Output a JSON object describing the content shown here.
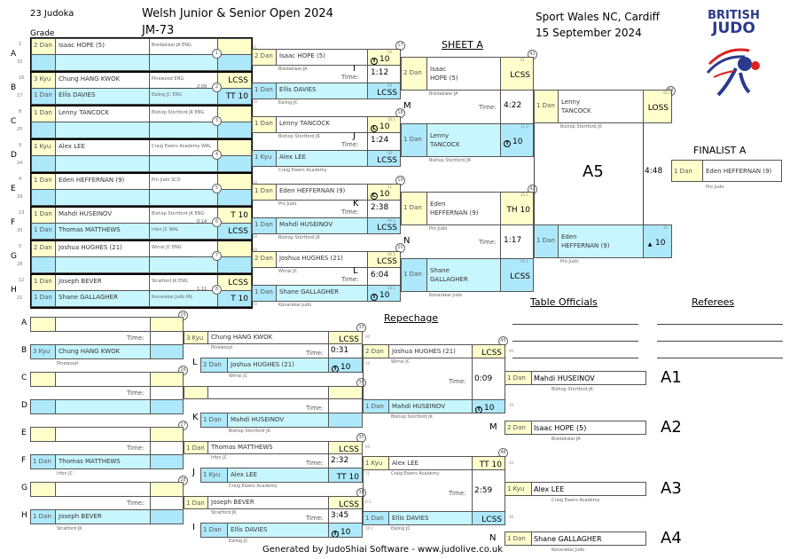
{
  "header": {
    "count": "23 Judoka",
    "grade_label": "Grade",
    "event_title": "Welsh Junior & Senior Open 2024",
    "category": "JM-73",
    "venue": "Sport Wales NC, Cardiff",
    "date": "15 September 2024",
    "logo_line1": "BRITISH",
    "logo_line2": "JUDO",
    "sheet": "SHEET A",
    "repechage": "Repechage",
    "finalist": "FINALIST A",
    "table_officials": "Table Officials",
    "referees": "Referees",
    "footer": "Generated by JudoShiai Software - www.judolive.co.uk",
    "time_label": "Time:"
  },
  "pool_rows": [
    {
      "label": "A",
      "seeds": [
        "1",
        "32"
      ],
      "top": {
        "grade": "2 Dan",
        "name": "Isaac HOPE (5)",
        "club": "Bredakwai JA ENG"
      },
      "bottom": {
        "grade": "",
        "name": "",
        "club": ""
      },
      "match": "1",
      "time": "",
      "top_score": "",
      "bottom_score": ""
    },
    {
      "label": "B",
      "seeds": [
        "16",
        "17"
      ],
      "top": {
        "grade": "3 Kyu",
        "name": "Chung HANG KWOK",
        "club": "Pinewood ENG"
      },
      "bottom": {
        "grade": "1 Dan",
        "name": "Ellis DAVIES",
        "club": "Ealing JC ENG"
      },
      "match": "2",
      "time": "2:09",
      "top_score": "LCSS",
      "bottom_score": "TT 10"
    },
    {
      "label": "C",
      "seeds": [
        "8",
        "25"
      ],
      "top": {
        "grade": "1 Dan",
        "name": "Lenny TANCOCK",
        "club": "Bishop Stortford JK ENG"
      },
      "bottom": {
        "grade": "",
        "name": "",
        "club": ""
      },
      "match": "3",
      "time": "",
      "top_score": "",
      "bottom_score": ""
    },
    {
      "label": "D",
      "seeds": [
        "9",
        "24"
      ],
      "top": {
        "grade": "1 Kyu",
        "name": "Alex LEE",
        "club": "Craig Ewers Academy WAL"
      },
      "bottom": {
        "grade": "",
        "name": "",
        "club": ""
      },
      "match": "4",
      "time": "",
      "top_score": "",
      "bottom_score": ""
    },
    {
      "label": "E",
      "seeds": [
        "4",
        "29"
      ],
      "top": {
        "grade": "1 Dan",
        "name": "Eden HEFFERNAN (9)",
        "club": "Pro Judo SCO"
      },
      "bottom": {
        "grade": "",
        "name": "",
        "club": ""
      },
      "match": "5",
      "time": "",
      "top_score": "",
      "bottom_score": ""
    },
    {
      "label": "F",
      "seeds": [
        "13",
        "20"
      ],
      "top": {
        "grade": "1 Dan",
        "name": "Mahdi HUSEINOV",
        "club": "Bishop Stortford JK ENG"
      },
      "bottom": {
        "grade": "1 Dan",
        "name": "Thomas MATTHEWS",
        "club": "Irfon JC WAL"
      },
      "match": "6",
      "time": "0:14",
      "top_score": "T 10",
      "bottom_score": "LCSS"
    },
    {
      "label": "G",
      "seeds": [
        "5",
        "28"
      ],
      "top": {
        "grade": "2 Dan",
        "name": "Joshua HUGHES (21)",
        "club": "Wirral JC ENG"
      },
      "bottom": {
        "grade": "",
        "name": "",
        "club": ""
      },
      "match": "7",
      "time": "",
      "top_score": "",
      "bottom_score": ""
    },
    {
      "label": "H",
      "seeds": [
        "12",
        "21"
      ],
      "top": {
        "grade": "1 Dan",
        "name": "Joseph BEVER",
        "club": "Stratford JK ENG"
      },
      "bottom": {
        "grade": "1 Dan",
        "name": "Shane GALLAGHER",
        "club": "Konarakai Judo IRL"
      },
      "match": "8",
      "time": "1:11",
      "top_score": "LCSS",
      "bottom_score": "T 10"
    }
  ],
  "round2": [
    {
      "match": "17",
      "letter": "I",
      "time": "1:12",
      "top": {
        "grade": "2 Dan",
        "name": "Isaac HOPE (5)",
        "club": "Bredakwai JA",
        "score": "10",
        "icon": "T",
        "mini": "10"
      },
      "bottom": {
        "grade": "1 Dan",
        "name": "Ellis DAVIES",
        "club": "Ealing JC",
        "score": "LCSS",
        "mini": "00"
      },
      "side_top": "01",
      "side_bottom": "10"
    },
    {
      "match": "18",
      "letter": "J",
      "time": "1:24",
      "top": {
        "grade": "1 Dan",
        "name": "Lenny TANCOCK",
        "club": "Bishop Stortford JK",
        "score": "10",
        "icon": "L",
        "mini": "10:1"
      },
      "bottom": {
        "grade": "1 Kyu",
        "name": "Alex LEE",
        "club": "Craig Ewers Academy",
        "score": "LCSS",
        "mini": "00"
      },
      "side_top": "",
      "side_bottom": ""
    },
    {
      "match": "19",
      "letter": "K",
      "time": "2:38",
      "top": {
        "grade": "1 Dan",
        "name": "Eden HEFFERNAN (9)",
        "club": "Pro Judo",
        "score": "10",
        "icon": "C",
        "mini": "11"
      },
      "bottom": {
        "grade": "1 Dan",
        "name": "Mahdi HUSEINOV",
        "club": "Bishop Stortford JK",
        "score": "LCSS",
        "mini": "00:1"
      },
      "side_top": "10",
      "side_bottom": "00"
    },
    {
      "match": "20",
      "letter": "L",
      "time": "6:04",
      "top": {
        "grade": "2 Dan",
        "name": "Joshua HUGHES (21)",
        "club": "Wirral JC",
        "score": "LCSS",
        "mini": "00:2"
      },
      "bottom": {
        "grade": "1 Dan",
        "name": "Shane GALLAGHER",
        "club": "Konarakai Judo",
        "score": "10",
        "icon": "T",
        "mini": "10:1"
      },
      "side_top": "00",
      "side_bottom": "10"
    }
  ],
  "round3": [
    {
      "match": "41",
      "letter": "M",
      "time": "4:22",
      "top": {
        "grade": "2 Dan",
        "name1": "Isaac",
        "name2": "HOPE (5)",
        "club": "Bredakwai JA",
        "score": "LCSS",
        "mini": "01"
      },
      "bottom": {
        "grade": "1 Dan",
        "name1": "Lenny",
        "name2": "TANCOCK",
        "club": "Bishop Stortford JK",
        "score": "10",
        "icon": "T",
        "mini": "11:2"
      }
    },
    {
      "match": "42",
      "letter": "N",
      "time": "1:17",
      "top": {
        "grade": "1 Dan",
        "name1": "Eden",
        "name2": "HEFFERNAN (9)",
        "club": "Pro Judo",
        "score": "TH 10",
        "mini": "10:1"
      },
      "bottom": {
        "grade": "1 Dan",
        "name1": "Shane",
        "name2": "GALLAGHER",
        "club": "Konarakai Judo",
        "score": "LCSS",
        "mini": "00:1"
      }
    }
  ],
  "final": {
    "match": "53",
    "label": "A5",
    "time": "4:48",
    "top": {
      "grade": "1 Dan",
      "name1": "Lenny",
      "name2": "TANCOCK",
      "club": "Bishop Stortford JK",
      "score": "LOSS",
      "mini": "00:3"
    },
    "bottom": {
      "grade": "1 Dan",
      "name1": "Eden",
      "name2": "HEFFERNAN (9)",
      "club": "Pro Judo",
      "score": "10",
      "icon": "triangle",
      "mini": "10"
    },
    "winner": {
      "grade": "1 Dan",
      "name": "Eden HEFFERNAN (9)",
      "club": "Pro Judo"
    }
  },
  "repechage_first": [
    {
      "match": "25",
      "top_label": "A",
      "bottom_label": "B",
      "bottom": {
        "grade": "3 Kyu",
        "name": "Chung HANG KWOK",
        "club": "Pinewood"
      }
    },
    {
      "match": "26",
      "top_label": "C",
      "bottom_label": "D",
      "bottom": {
        "grade": "",
        "name": "",
        "club": ""
      }
    },
    {
      "match": "27",
      "top_label": "E",
      "bottom_label": "F",
      "bottom": {
        "grade": "1 Dan",
        "name": "Thomas MATTHEWS",
        "club": "Irfon JC"
      }
    },
    {
      "match": "28",
      "top_label": "G",
      "bottom_label": "H",
      "bottom": {
        "grade": "1 Dan",
        "name": "Joseph BEVER",
        "club": "Stratford JK"
      }
    }
  ],
  "repechage_second": [
    {
      "match": "33",
      "time": "0:31",
      "top": {
        "grade": "3 Kyu",
        "name": "Chung HANG KWOK",
        "club": "Pinewood",
        "score": "LCSS"
      },
      "bottom_letter": "L",
      "bottom": {
        "grade": "2 Dan",
        "name": "Joshua HUGHES (21)",
        "club": "Wirral JC",
        "score": "10",
        "icon": "T"
      },
      "side_top": "00",
      "side_bottom": "10"
    },
    {
      "match": "34",
      "time": "",
      "top": {
        "grade": "",
        "name": "",
        "club": "",
        "score": ""
      },
      "bottom_letter": "K",
      "bottom": {
        "grade": "1 Dan",
        "name": "Mahdi HUSEINOV",
        "club": "Bishop Stortford JK",
        "score": ""
      },
      "side_top": "",
      "side_bottom": ""
    },
    {
      "match": "35",
      "time": "2:32",
      "top": {
        "grade": "1 Dan",
        "name": "Thomas MATTHEWS",
        "club": "Irfon JC",
        "score": "LCSS"
      },
      "bottom_letter": "J",
      "bottom": {
        "grade": "1 Kyu",
        "name": "Alex LEE",
        "club": "Craig Ewers Academy",
        "score": "TT 10"
      },
      "side_top": "00",
      "side_bottom": "11"
    },
    {
      "match": "36",
      "time": "3:45",
      "top": {
        "grade": "1 Dan",
        "name": "Joseph BEVER",
        "club": "Stratford JK",
        "score": "LCSS"
      },
      "bottom_letter": "I",
      "bottom": {
        "grade": "1 Dan",
        "name": "Ellis DAVIES",
        "club": "Ealing JC",
        "score": "10",
        "icon": "T"
      },
      "side_top": "0:1",
      "side_bottom": "10:1"
    }
  ],
  "repechage_third": [
    {
      "match": "45",
      "time": "0:09",
      "top": {
        "grade": "2 Dan",
        "name": "Joshua HUGHES (21)",
        "club": "Wirral JC",
        "score": "LCSS"
      },
      "bottom": {
        "grade": "1 Dan",
        "name": "Mahdi HUSEINOV",
        "club": "Bishop Stortford JK",
        "score": "10",
        "icon": "T"
      },
      "side_top": "00",
      "side_bottom": "10"
    },
    {
      "match": "46",
      "time": "2:59",
      "top": {
        "grade": "1 Kyu",
        "name": "Alex LEE",
        "club": "Craig Ewers Academy",
        "score": "TT 10"
      },
      "bottom": {
        "grade": "1 Dan",
        "name": "Ellis DAVIES",
        "club": "Ealing JC",
        "score": "LCSS"
      },
      "side_top": "10",
      "side_bottom": "00"
    }
  ],
  "results": [
    {
      "place": "A1",
      "grade": "1 Dan",
      "name": "Mahdi HUSEINOV",
      "club": "Bishop Stortford JK",
      "letter": ""
    },
    {
      "place": "A2",
      "grade": "2 Dan",
      "name": "Isaac HOPE (5)",
      "club": "Bredakwai JA",
      "letter": "M"
    },
    {
      "place": "A3",
      "grade": "1 Kyu",
      "name": "Alex LEE",
      "club": "Craig Ewers Academy",
      "letter": ""
    },
    {
      "place": "A4",
      "grade": "1 Dan",
      "name": "Shane GALLAGHER",
      "club": "Konarakai Judo",
      "letter": "N"
    }
  ]
}
